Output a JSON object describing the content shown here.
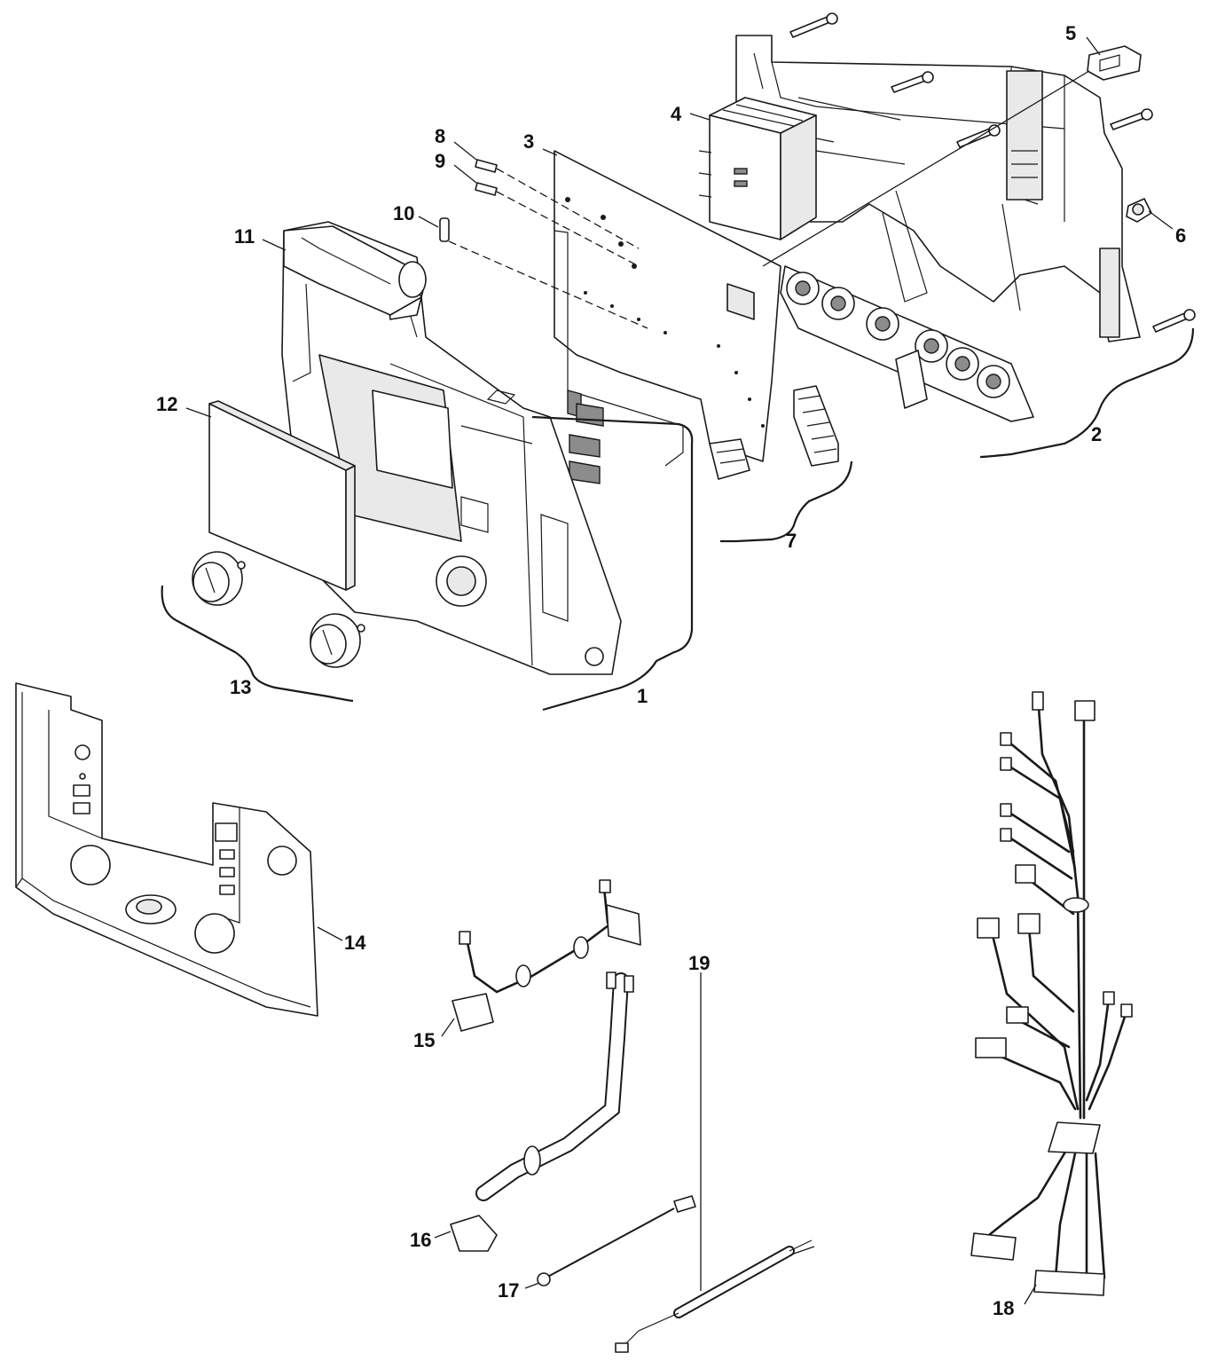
{
  "diagram": {
    "type": "exploded-parts-view",
    "callouts": [
      {
        "id": "c1",
        "label": "1"
      },
      {
        "id": "c2",
        "label": "2"
      },
      {
        "id": "c3",
        "label": "3"
      },
      {
        "id": "c4",
        "label": "4"
      },
      {
        "id": "c5",
        "label": "5"
      },
      {
        "id": "c6",
        "label": "6"
      },
      {
        "id": "c7",
        "label": "7"
      },
      {
        "id": "c8",
        "label": "8"
      },
      {
        "id": "c9",
        "label": "9"
      },
      {
        "id": "c10",
        "label": "10"
      },
      {
        "id": "c11",
        "label": "11"
      },
      {
        "id": "c12",
        "label": "12"
      },
      {
        "id": "c13",
        "label": "13"
      },
      {
        "id": "c14",
        "label": "14"
      },
      {
        "id": "c15",
        "label": "15"
      },
      {
        "id": "c16",
        "label": "16"
      },
      {
        "id": "c17",
        "label": "17"
      },
      {
        "id": "c18",
        "label": "18"
      },
      {
        "id": "c19",
        "label": "19"
      }
    ]
  }
}
